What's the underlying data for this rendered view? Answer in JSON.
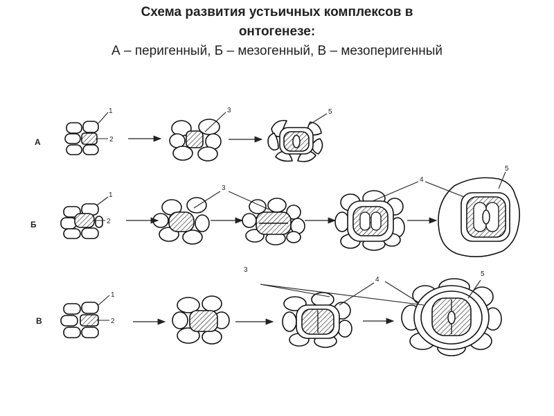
{
  "title": {
    "line1": "Схема развития устьичных комплексов в",
    "line2": "онтогенезе:",
    "line3": "А – перигенный, Б – мезогенный, В – мезоперигенный"
  },
  "rows": [
    {
      "label": "А"
    },
    {
      "label": "Б"
    },
    {
      "label": "В"
    }
  ],
  "callouts": [
    "1",
    "2",
    "3",
    "4",
    "5"
  ]
}
